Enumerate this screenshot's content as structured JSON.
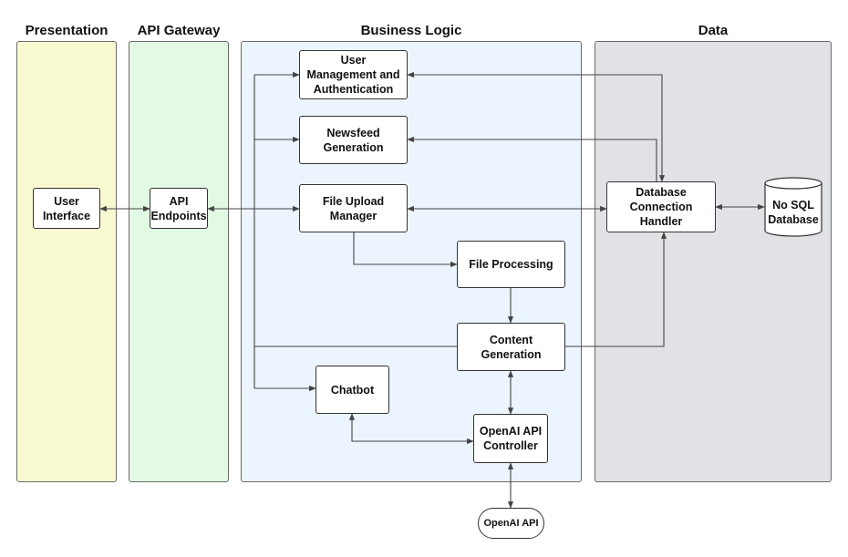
{
  "lanes": {
    "presentation": {
      "title": "Presentation",
      "color": "#fafad2"
    },
    "gateway": {
      "title": "API Gateway",
      "color": "#e2f9e3"
    },
    "business": {
      "title": "Business Logic",
      "color": "#ecf4fe"
    },
    "data": {
      "title": "Data",
      "color": "#e0e2e5"
    }
  },
  "nodes": {
    "user_interface": "User\nInterface",
    "api_endpoints": "API\nEndpoints",
    "user_mgmt": "User\nManagement and\nAuthentication",
    "newsfeed": "Newsfeed\nGeneration",
    "file_upload": "File Upload\nManager",
    "file_processing": "File Processing",
    "content_generation": "Content\nGeneration",
    "chatbot": "Chatbot",
    "openai_controller": "OpenAI API\nController",
    "openai_api": "OpenAI API",
    "db_handler": "Database\nConnection\nHandler",
    "nosql_db": "No SQL\nDatabase"
  },
  "colors": {
    "line": "#444444",
    "node_border": "#333333"
  }
}
